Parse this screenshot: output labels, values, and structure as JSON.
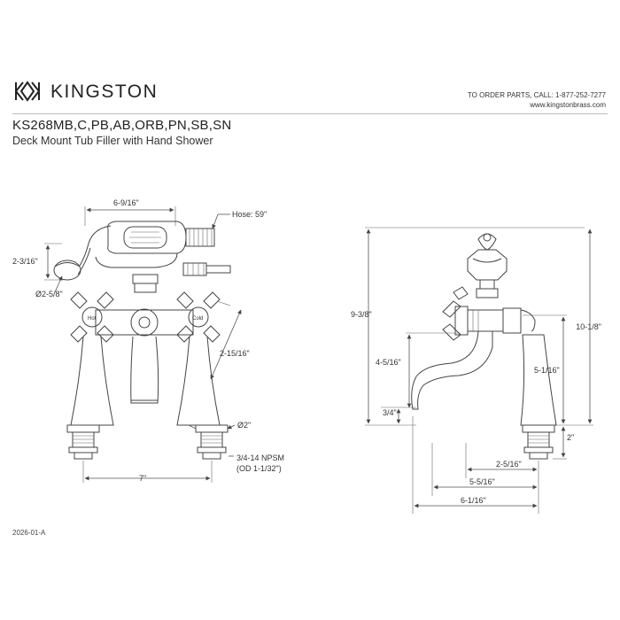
{
  "header": {
    "brand": "KINGSTON",
    "order_line1": "TO ORDER PARTS, CALL: 1-877-252-7277",
    "order_line2": "www.kingstonbrass.com"
  },
  "title": {
    "model": "KS268MB,C,PB,AB,ORB,PN,SB,SN",
    "description": "Deck Mount Tub Filler with Hand Shower"
  },
  "front_view": {
    "width": "6-9/16\"",
    "hose": "Hose: 59\"",
    "handshower_height": "2-3/16\"",
    "handshower_diameter": "Ø2-5/8\"",
    "handle_height": "2-15/16\"",
    "shank_diameter": "Ø2\"",
    "thread": "3/4-14 NPSM",
    "thread_od": "(OD 1-1/32\")",
    "centers": "7\""
  },
  "side_view": {
    "overall_left": "9-3/8\"",
    "overall_right": "10-1/8\"",
    "spout_height": "4-5/16\"",
    "body_height": "5-1/16\"",
    "spout_tip": "3/4\"",
    "shank_length": "2\"",
    "depth_1": "2-5/16\"",
    "depth_2": "5-5/16\"",
    "depth_3": "6-1/16\""
  },
  "footer": {
    "doc_number": "2026-01-A"
  }
}
